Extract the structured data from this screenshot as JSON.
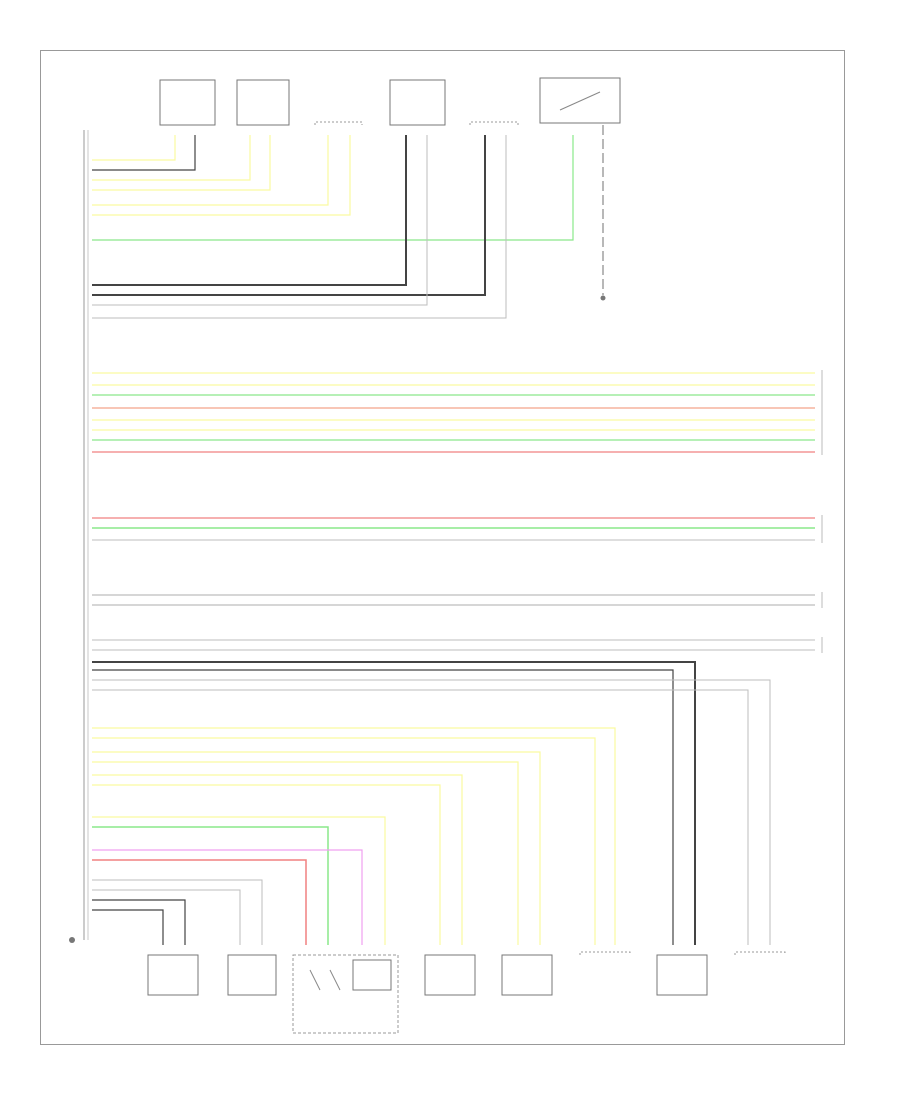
{
  "diagram": {
    "footer_code": "",
    "colors": {
      "yellow": "#fafaa0",
      "green": "#8ae88a",
      "red": "#f08080",
      "pink": "#f0a0f0",
      "salmon": "#f3a58a",
      "black": "#444444",
      "gray": "#bdbdbd",
      "frame": "#999999"
    },
    "top_components": [
      {
        "id": "tc1",
        "label": "",
        "type": "box"
      },
      {
        "id": "tc2",
        "label": "",
        "type": "box"
      },
      {
        "id": "tc3",
        "label": "",
        "type": "bracket"
      },
      {
        "id": "tc4",
        "label": "",
        "type": "box"
      },
      {
        "id": "tc5",
        "label": "",
        "type": "bracket"
      },
      {
        "id": "tc6",
        "label": "",
        "type": "switch"
      }
    ],
    "bottom_components": [
      {
        "id": "bc1",
        "label": ""
      },
      {
        "id": "bc2",
        "label": ""
      },
      {
        "id": "bc3",
        "label": ""
      },
      {
        "id": "bc4",
        "label": ""
      },
      {
        "id": "bc5",
        "label": ""
      },
      {
        "id": "bc6",
        "label": ""
      },
      {
        "id": "bc7",
        "label": ""
      },
      {
        "id": "bc8",
        "label": ""
      }
    ],
    "wires": [
      {
        "id": "w-top-1",
        "color": "yellow"
      },
      {
        "id": "w-top-2",
        "color": "black"
      },
      {
        "id": "w-top-3",
        "color": "yellow"
      },
      {
        "id": "w-top-4",
        "color": "yellow"
      },
      {
        "id": "w-top-5",
        "color": "yellow"
      },
      {
        "id": "w-top-6",
        "color": "yellow"
      },
      {
        "id": "w-top-green",
        "color": "green"
      },
      {
        "id": "w-top-blk1",
        "color": "black"
      },
      {
        "id": "w-top-blk2",
        "color": "black"
      },
      {
        "id": "w-top-gray1",
        "color": "gray"
      },
      {
        "id": "w-top-gray2",
        "color": "gray"
      },
      {
        "id": "w-mid-1",
        "color": "yellow"
      },
      {
        "id": "w-mid-2",
        "color": "yellow"
      },
      {
        "id": "w-mid-3",
        "color": "green"
      },
      {
        "id": "w-mid-4",
        "color": "salmon"
      },
      {
        "id": "w-mid-5",
        "color": "yellow"
      },
      {
        "id": "w-mid-6",
        "color": "yellow"
      },
      {
        "id": "w-mid-7",
        "color": "green"
      },
      {
        "id": "w-mid-8",
        "color": "red"
      },
      {
        "id": "w-c-red",
        "color": "red"
      },
      {
        "id": "w-c-green",
        "color": "green"
      },
      {
        "id": "w-c-gray",
        "color": "gray"
      },
      {
        "id": "w-d-1",
        "color": "gray"
      },
      {
        "id": "w-d-2",
        "color": "gray"
      },
      {
        "id": "w-e-1",
        "color": "gray"
      },
      {
        "id": "w-e-2",
        "color": "gray"
      },
      {
        "id": "w-e-blk1",
        "color": "black"
      },
      {
        "id": "w-e-blk2",
        "color": "black"
      },
      {
        "id": "w-e-gray3",
        "color": "gray"
      },
      {
        "id": "w-e-gray4",
        "color": "gray"
      },
      {
        "id": "w-f-1",
        "color": "yellow"
      },
      {
        "id": "w-f-2",
        "color": "yellow"
      },
      {
        "id": "w-f-3",
        "color": "yellow"
      },
      {
        "id": "w-f-4",
        "color": "yellow"
      },
      {
        "id": "w-f-5",
        "color": "yellow"
      },
      {
        "id": "w-f-6",
        "color": "yellow"
      },
      {
        "id": "w-g-yellow",
        "color": "yellow"
      },
      {
        "id": "w-g-green",
        "color": "green"
      },
      {
        "id": "w-g-pink",
        "color": "pink"
      },
      {
        "id": "w-g-red",
        "color": "red"
      },
      {
        "id": "w-g-gray1",
        "color": "gray"
      },
      {
        "id": "w-g-gray2",
        "color": "gray"
      },
      {
        "id": "w-g-blk1",
        "color": "black"
      },
      {
        "id": "w-g-blk2",
        "color": "black"
      }
    ]
  }
}
